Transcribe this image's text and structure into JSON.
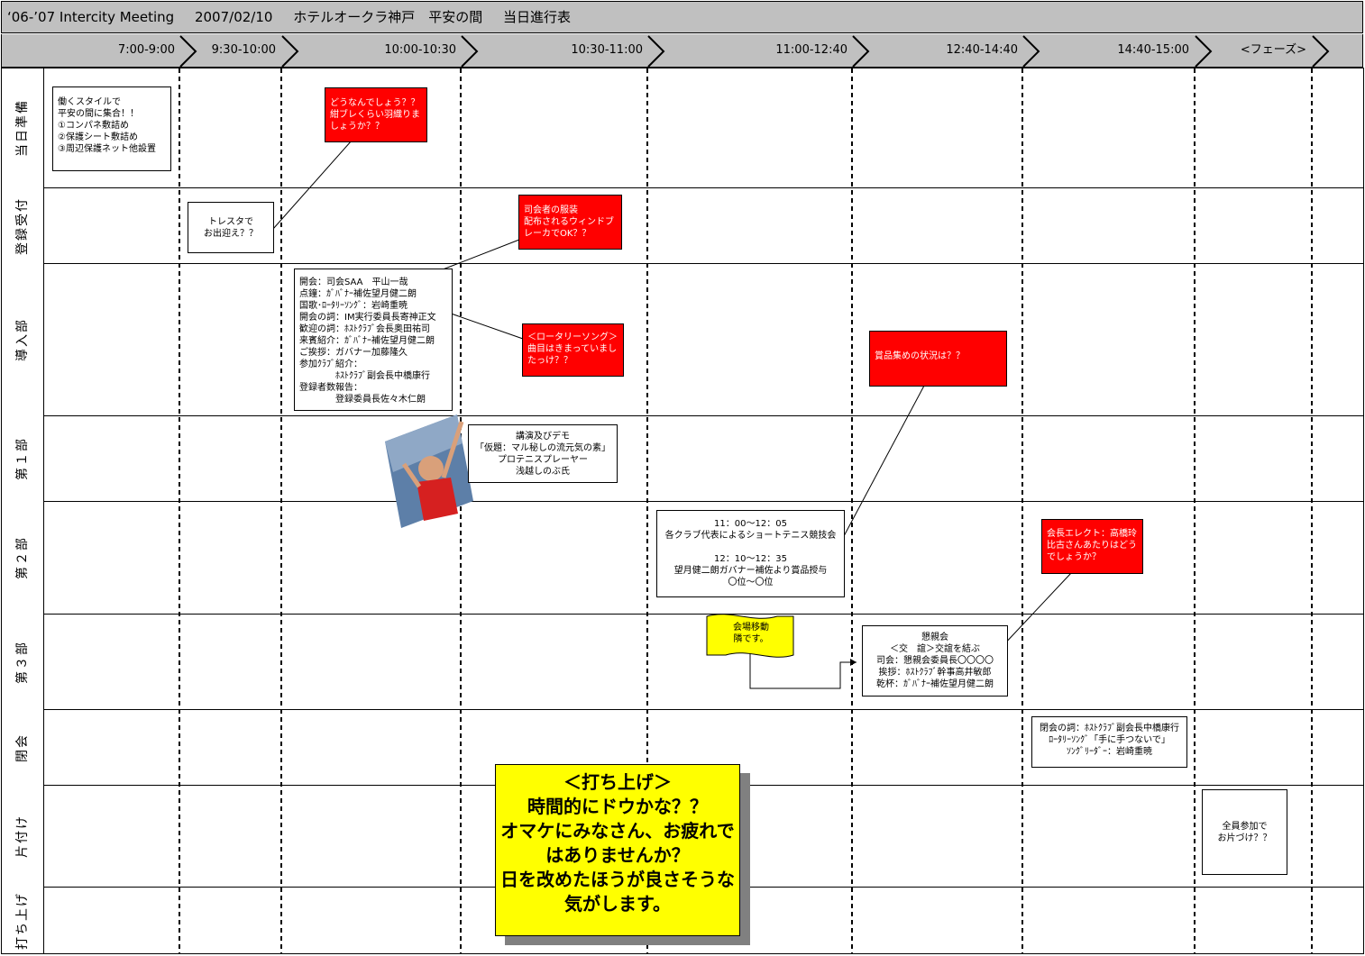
{
  "title": {
    "event": "‘06-’07 Intercity Meeting",
    "date": "2007/02/10",
    "venue": "ホテルオークラ神戸　平安の間",
    "doc": "当日進行表"
  },
  "time_slots": [
    "7:00-9:00",
    "9:30-10:00",
    "10:00-10:30",
    "10:30-11:00",
    "11:00-12:40",
    "12:40-14:40",
    "14:40-15:00",
    "<フェーズ>"
  ],
  "rows": [
    "当日準備",
    "登録受付",
    "導入部",
    "第１部",
    "第２部",
    "第３部",
    "閉会",
    "片付け",
    "打ち上げ"
  ],
  "notes": {
    "prep": "働くスタイルで\n平安の間に集合！！\n①コンパネ敷詰め\n②保護シート敷詰め\n③周辺保護ネット他設置",
    "q_haori": "どうなんでしょう？？\n紺ブレくらい羽織りましょうか？？",
    "toresta": "トレスタで\nお出迎え？？",
    "q_mc": "司会者の服装\n配布されるウィンドブレーカでOK？？",
    "opening": "開会：司会SAA　平山一哉\n点鐘：ｶﾞﾊﾞﾅｰ補佐望月健二朗\n国歌･ﾛｰﾀﾘｰｿﾝｸﾞ：岩崎重暁\n開会の詞：IM実行委員長寄神正文\n歓迎の詞：ﾎｽﾄｸﾗﾌﾞ会長奥田祐司\n来賓紹介：ｶﾞﾊﾞﾅｰ補佐望月健二朗\nご挨拶：ガバナー加藤隆久\n参加ｸﾗﾌﾞ紹介：\n　　　　ﾎｽﾄｸﾗﾌﾞ副会長中橋康行\n登録者数報告：\n　　　　登録委員長佐々木仁朗",
    "q_song": "＜ロータリーソング＞\n曲目はきまっていましたっけ？？",
    "q_prize": "賞品集めの状況は？？",
    "lecture": "講演及びデモ\n「仮題：マル秘しの流元気の素」\nプロテニスプレーヤー\n浅越しのぶ氏",
    "part2": "11：00～12：05\n各クラブ代表によるショートテニス競技会\n\n12：10～12：35\n望月健二朗ガバナー補佐より賞品授与\n〇位～〇位",
    "q_elect": "会長エレクト：高橋玲比古さんあたりはどうでしょうか？",
    "move": "会場移動\n隣です。",
    "party": "懇親会\n＜交　誼＞交誼を結ぶ\n司会：懇親会委員長〇〇〇〇\n挨拶：ﾎｽﾄｸﾗﾌﾞ幹事高井敏郎\n乾杯：ｶﾞﾊﾞﾅｰ補佐望月健二朗",
    "closing": "閉会の詞：ﾎｽﾄｸﾗﾌﾞ副会長中橋康行\nﾛｰﾀﾘｰｿﾝｸﾞ「手に手つないで」\nｿﾝｸﾞﾘｰﾀﾞｰ：岩崎重暁",
    "cleanup": "全員参加で\nお片づけ？？",
    "afterparty": "＜打ち上げ＞\n時間的にドウかな？？\nオマケにみなさん、お疲れではありませんか？\n日を改めたほうが良さそうな気がします。"
  },
  "colors": {
    "red": "#ff0000",
    "yellow": "#ffff00",
    "header": "#c0c0c0"
  },
  "icons": {
    "photo": "tennis-player-photo"
  }
}
